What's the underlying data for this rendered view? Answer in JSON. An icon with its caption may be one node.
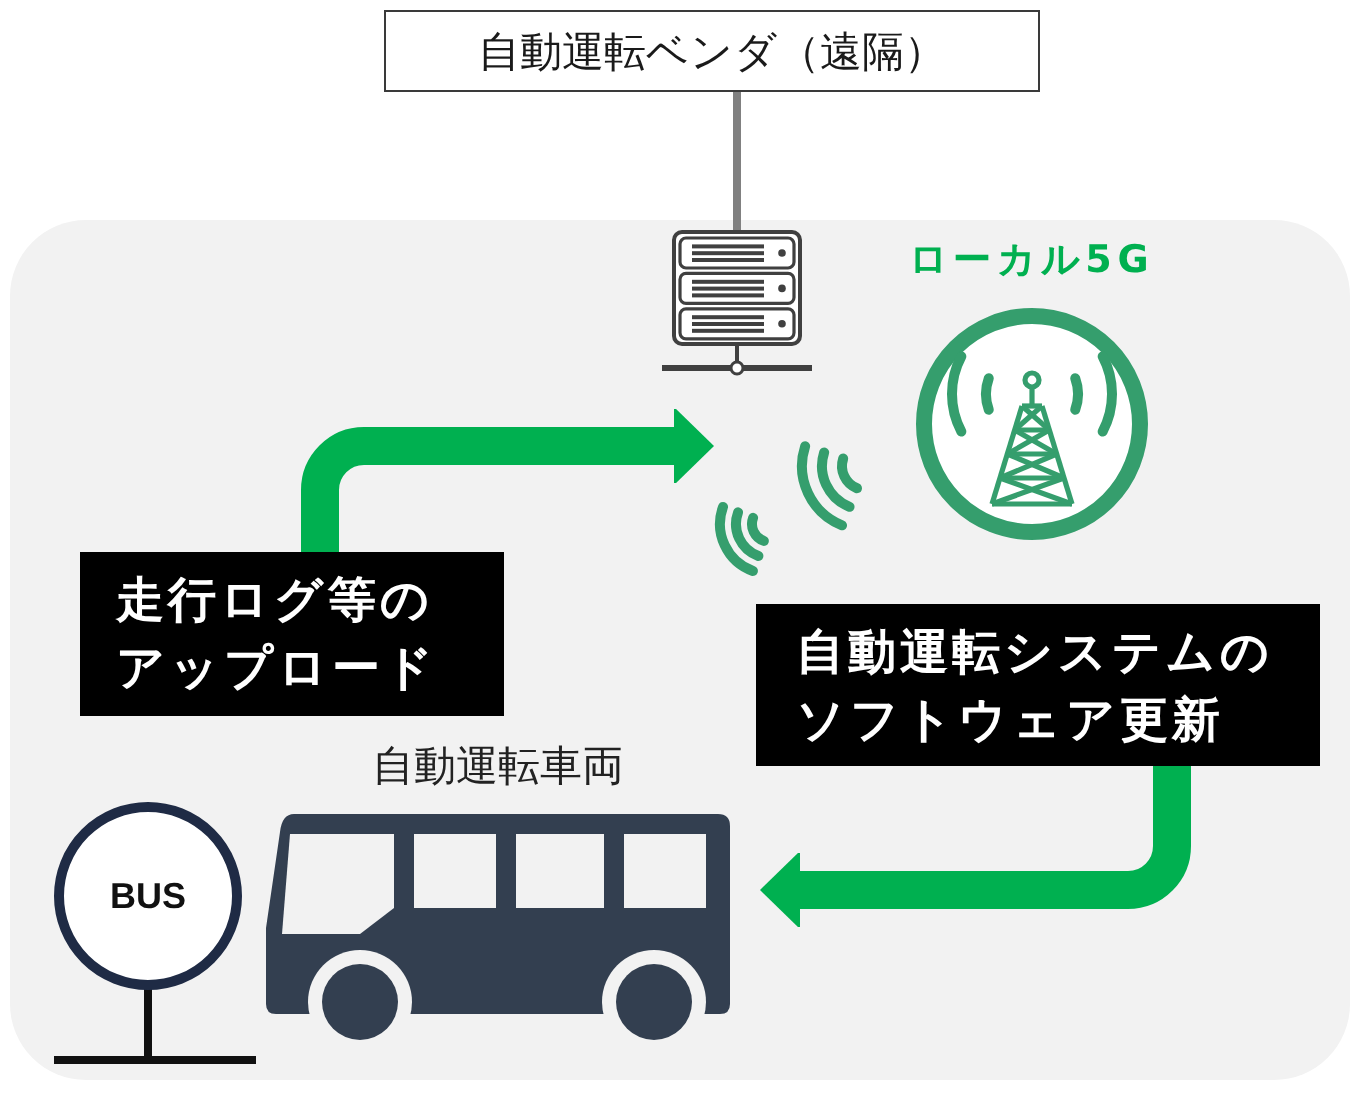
{
  "diagram": {
    "nodes": [
      {
        "text": [
          "自動運転ベンダ（遠隔）"
        ]
      },
      {
        "text": [],
        "shape": "box"
      },
      {
        "text": [],
        "shape": "picture",
        "in": 1
      },
      {
        "text": [
          "ローカル5G"
        ],
        "in": 1
      },
      {
        "text": [
          "走行ログ等のアップロード"
        ],
        "in": 1
      },
      {
        "text": [
          "自動運転システムのソフトウェア更新"
        ],
        "in": 1
      },
      {
        "text": [
          "BUS"
        ],
        "in": 1
      },
      {
        "text": [
          "自動運転車両"
        ],
        "in": 1
      },
      {
        "text": [],
        "shape": "picture",
        "in": 1
      }
    ],
    "edges": [
      {
        "from": 0,
        "to": 2,
        "arrow": "none",
        "color": "#808080"
      },
      {
        "from": 4,
        "to": 8,
        "arrow": "to"
      },
      {
        "from": 5,
        "to": 7,
        "arrow": "to"
      }
    ]
  }
}
